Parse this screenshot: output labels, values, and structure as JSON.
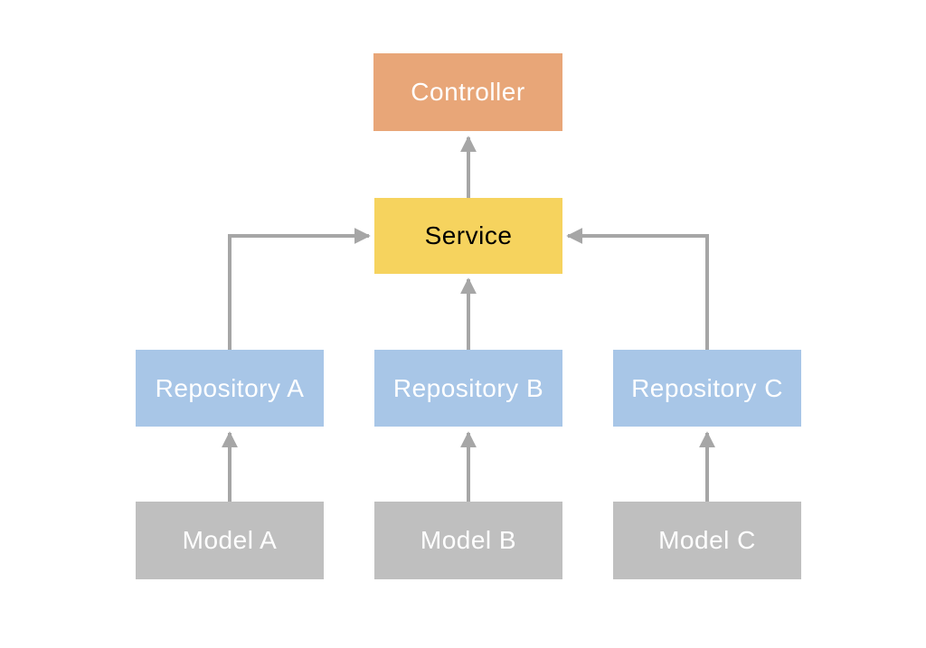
{
  "diagram": {
    "background": "#FFFFFF",
    "arrow_color": "#A6A6A6",
    "nodes": [
      {
        "id": "controller",
        "label": "Controller",
        "fill": "#E8A678",
        "text_color": "#FFFFFF"
      },
      {
        "id": "service",
        "label": "Service",
        "fill": "#F6D35E",
        "text_color": "#000000"
      },
      {
        "id": "repository-a",
        "label": "Repository A",
        "fill": "#A8C6E7",
        "text_color": "#FFFFFF"
      },
      {
        "id": "repository-b",
        "label": "Repository B",
        "fill": "#A8C6E7",
        "text_color": "#FFFFFF"
      },
      {
        "id": "repository-c",
        "label": "Repository C",
        "fill": "#A8C6E7",
        "text_color": "#FFFFFF"
      },
      {
        "id": "model-a",
        "label": "Model A",
        "fill": "#BFBFBF",
        "text_color": "#FFFFFF"
      },
      {
        "id": "model-b",
        "label": "Model B",
        "fill": "#BFBFBF",
        "text_color": "#FFFFFF"
      },
      {
        "id": "model-c",
        "label": "Model C",
        "fill": "#BFBFBF",
        "text_color": "#FFFFFF"
      }
    ],
    "edges": [
      {
        "from": "service",
        "to": "controller"
      },
      {
        "from": "repository-a",
        "to": "service"
      },
      {
        "from": "repository-b",
        "to": "service"
      },
      {
        "from": "repository-c",
        "to": "service"
      },
      {
        "from": "model-a",
        "to": "repository-a"
      },
      {
        "from": "model-b",
        "to": "repository-b"
      },
      {
        "from": "model-c",
        "to": "repository-c"
      }
    ]
  }
}
